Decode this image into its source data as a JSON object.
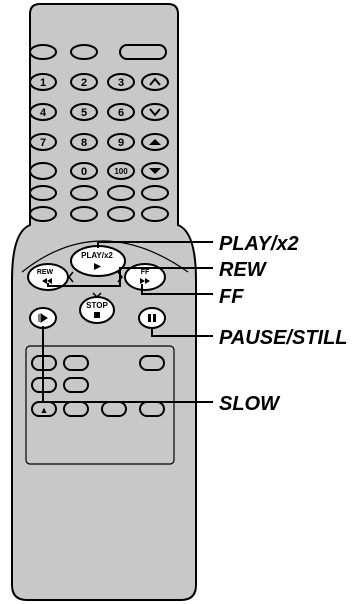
{
  "remote": {
    "number_keys": [
      "1",
      "2",
      "3",
      "4",
      "5",
      "6",
      "7",
      "8",
      "9",
      "0",
      "100"
    ],
    "play_key": "PLAY/x2",
    "rew_key": "REW",
    "ff_key": "FF",
    "stop_key": "STOP",
    "eject_symbol": "▲"
  },
  "callouts": {
    "play": "PLAY/x2",
    "rew": "REW",
    "ff": "FF",
    "pause": "PAUSE/STILL",
    "slow": "SLOW"
  }
}
